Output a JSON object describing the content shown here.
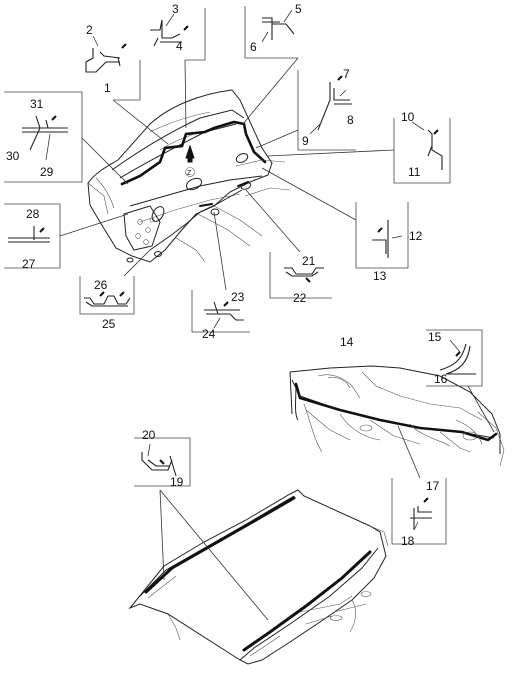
{
  "diagram": {
    "callouts": [
      {
        "id": "c1",
        "text": "1"
      },
      {
        "id": "c2",
        "text": "2"
      },
      {
        "id": "c3",
        "text": "3"
      },
      {
        "id": "c4",
        "text": "4"
      },
      {
        "id": "c5",
        "text": "5"
      },
      {
        "id": "c6",
        "text": "6"
      },
      {
        "id": "c7",
        "text": "7"
      },
      {
        "id": "c8",
        "text": "8"
      },
      {
        "id": "c9",
        "text": "9"
      },
      {
        "id": "c10",
        "text": "10"
      },
      {
        "id": "c11",
        "text": "11"
      },
      {
        "id": "c12",
        "text": "12"
      },
      {
        "id": "c13",
        "text": "13"
      },
      {
        "id": "c14",
        "text": "14"
      },
      {
        "id": "c15",
        "text": "15"
      },
      {
        "id": "c16",
        "text": "16"
      },
      {
        "id": "c17",
        "text": "17"
      },
      {
        "id": "c18",
        "text": "18"
      },
      {
        "id": "c19",
        "text": "19"
      },
      {
        "id": "c20",
        "text": "20"
      },
      {
        "id": "c21",
        "text": "21"
      },
      {
        "id": "c22",
        "text": "22"
      },
      {
        "id": "c23",
        "text": "23"
      },
      {
        "id": "c24",
        "text": "24"
      },
      {
        "id": "c25",
        "text": "25"
      },
      {
        "id": "c26",
        "text": "26"
      },
      {
        "id": "c27",
        "text": "27"
      },
      {
        "id": "c28",
        "text": "28"
      },
      {
        "id": "c29",
        "text": "29"
      },
      {
        "id": "c30",
        "text": "30"
      },
      {
        "id": "c31",
        "text": "31"
      }
    ],
    "marker": "Z"
  }
}
